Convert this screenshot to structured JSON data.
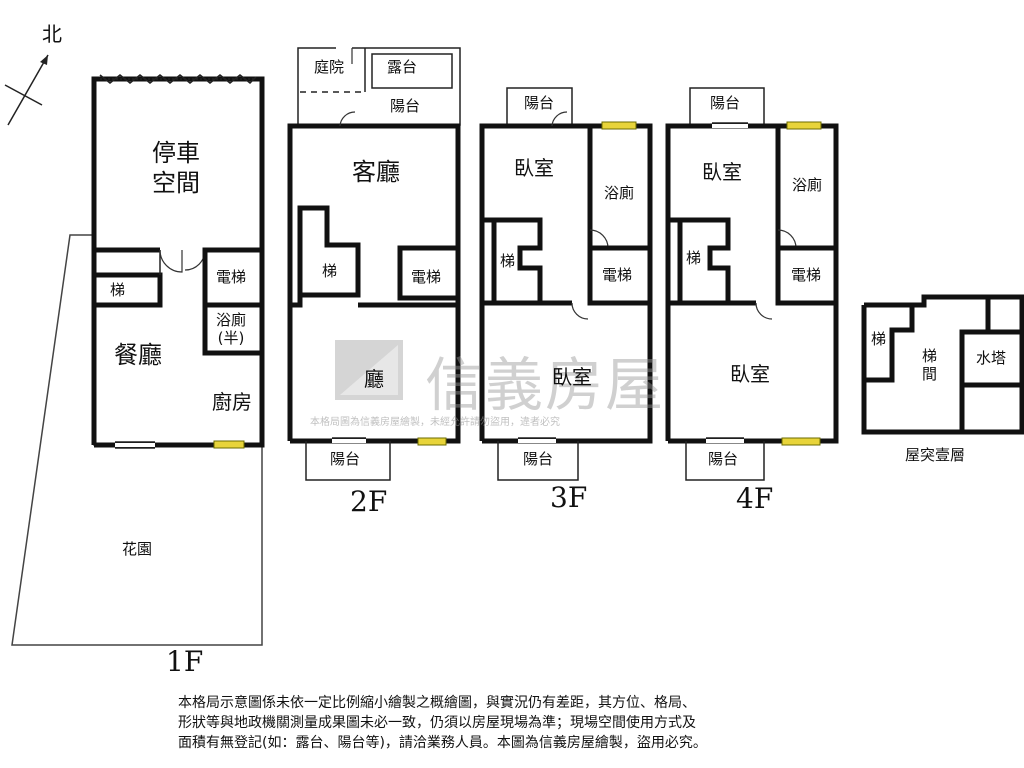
{
  "compass": "北",
  "floor1": {
    "label": "1F",
    "parking": "停車\n空間",
    "stairs": "梯",
    "elevator": "電梯",
    "bath": "浴廁\n(半)",
    "dining": "餐廳",
    "kitchen": "廚房",
    "garden": "花園"
  },
  "floor2": {
    "label": "2F",
    "courtyard": "庭院",
    "terrace": "露台",
    "balcony_top": "陽台",
    "living": "客廳",
    "stairs": "梯",
    "elevator": "電梯",
    "hall": "廳",
    "balcony_bottom": "陽台"
  },
  "floor3": {
    "label": "3F",
    "balcony_top": "陽台",
    "bedroom_top": "臥室",
    "bath": "浴廁",
    "stairs": "梯",
    "elevator": "電梯",
    "bedroom_bottom": "臥室",
    "balcony_bottom": "陽台"
  },
  "floor4": {
    "label": "4F",
    "balcony_top": "陽台",
    "bedroom_top": "臥室",
    "bath": "浴廁",
    "stairs": "梯",
    "elevator": "電梯",
    "bedroom_bottom": "臥室",
    "balcony_bottom": "陽台"
  },
  "roof": {
    "label": "屋突壹層",
    "stairs": "梯",
    "stairwell": "梯\n間",
    "water_tower": "水塔"
  },
  "watermark": {
    "brand": "信義房屋",
    "notice": "本格局圖為信義房屋繪製，未經允許請勿盜用，違者必究"
  },
  "disclaimer": [
    "本格局示意圖係未依一定比例縮小繪製之概繪圖，與實況仍有差距，其方位、格局、",
    "形狀等與地政機關測量成果圖未必一致，仍須以房屋現場為準；現場空間使用方式及",
    "面積有無登記(如：露台、陽台等)，請洽業務人員。本圖為信義房屋繪製，盜用必究。"
  ],
  "colors": {
    "wall": "#111111",
    "window": "#e8d43a",
    "watermark": "#969696"
  }
}
